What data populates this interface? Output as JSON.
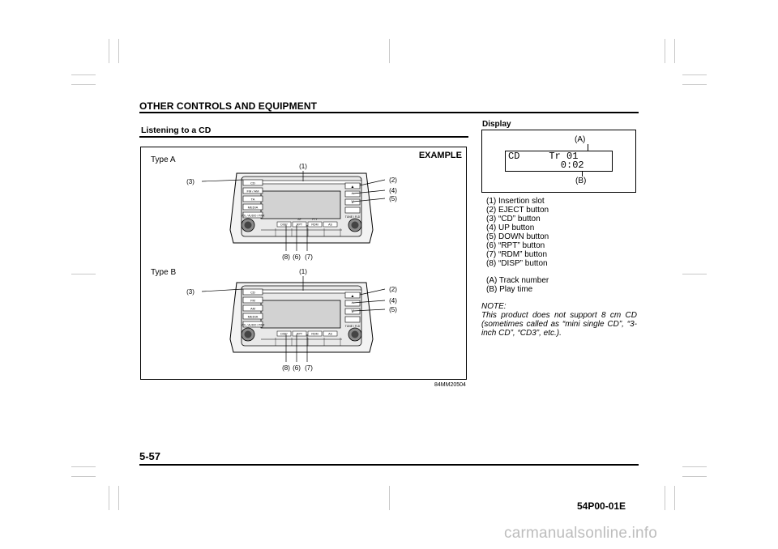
{
  "header": {
    "section_title": "OTHER CONTROLS AND EQUIPMENT"
  },
  "subsection": {
    "title": "Listening to a CD"
  },
  "figure": {
    "example_label": "EXAMPLE",
    "type_a_label": "Type A",
    "type_b_label": "Type B",
    "figure_code": "84MM20504",
    "callouts": {
      "slot": "(1)",
      "eject": "(2)",
      "cd": "(3)",
      "up": "(4)",
      "down": "(5)",
      "rpt": "(6)",
      "rdm": "(7)",
      "disp": "(8)"
    },
    "type_a_buttons": [
      "CD",
      "FM / AM",
      "TA",
      "MEDIA",
      "VOL / AUDIO / PWR"
    ],
    "type_b_buttons": [
      "CD",
      "FM",
      "AM",
      "MEDIA",
      "VOL / AUDIO / PWR"
    ],
    "bottom_buttons": [
      "DISP",
      "RPT",
      "RDM",
      "AS"
    ],
    "bottom_buttons_top_a": [
      "AF",
      "PTY"
    ],
    "right_knob_label": "TUNE / FLD"
  },
  "display": {
    "label": "Display",
    "callout_a": "(A)",
    "callout_b": "(B)",
    "lcd_line1": "CD     Tr 01",
    "lcd_line2": "         0:02"
  },
  "legend": {
    "items": [
      "(1) Insertion slot",
      "(2) EJECT button",
      "(3) “CD” button",
      "(4) UP button",
      "(5) DOWN button",
      "(6) “RPT” button",
      "(7) “RDM” button",
      "(8) “DISP” button"
    ],
    "ab_items": [
      "(A) Track number",
      "(B) Play time"
    ]
  },
  "note": {
    "label": "NOTE:",
    "text": "This product does not support 8 cm CD (sometimes called as “mini single CD”, “3-inch CD”, “CD3”, etc.)."
  },
  "footer": {
    "page_number": "5-57",
    "doc_id": "54P00-01E",
    "watermark": "carmanualsonline.info"
  }
}
